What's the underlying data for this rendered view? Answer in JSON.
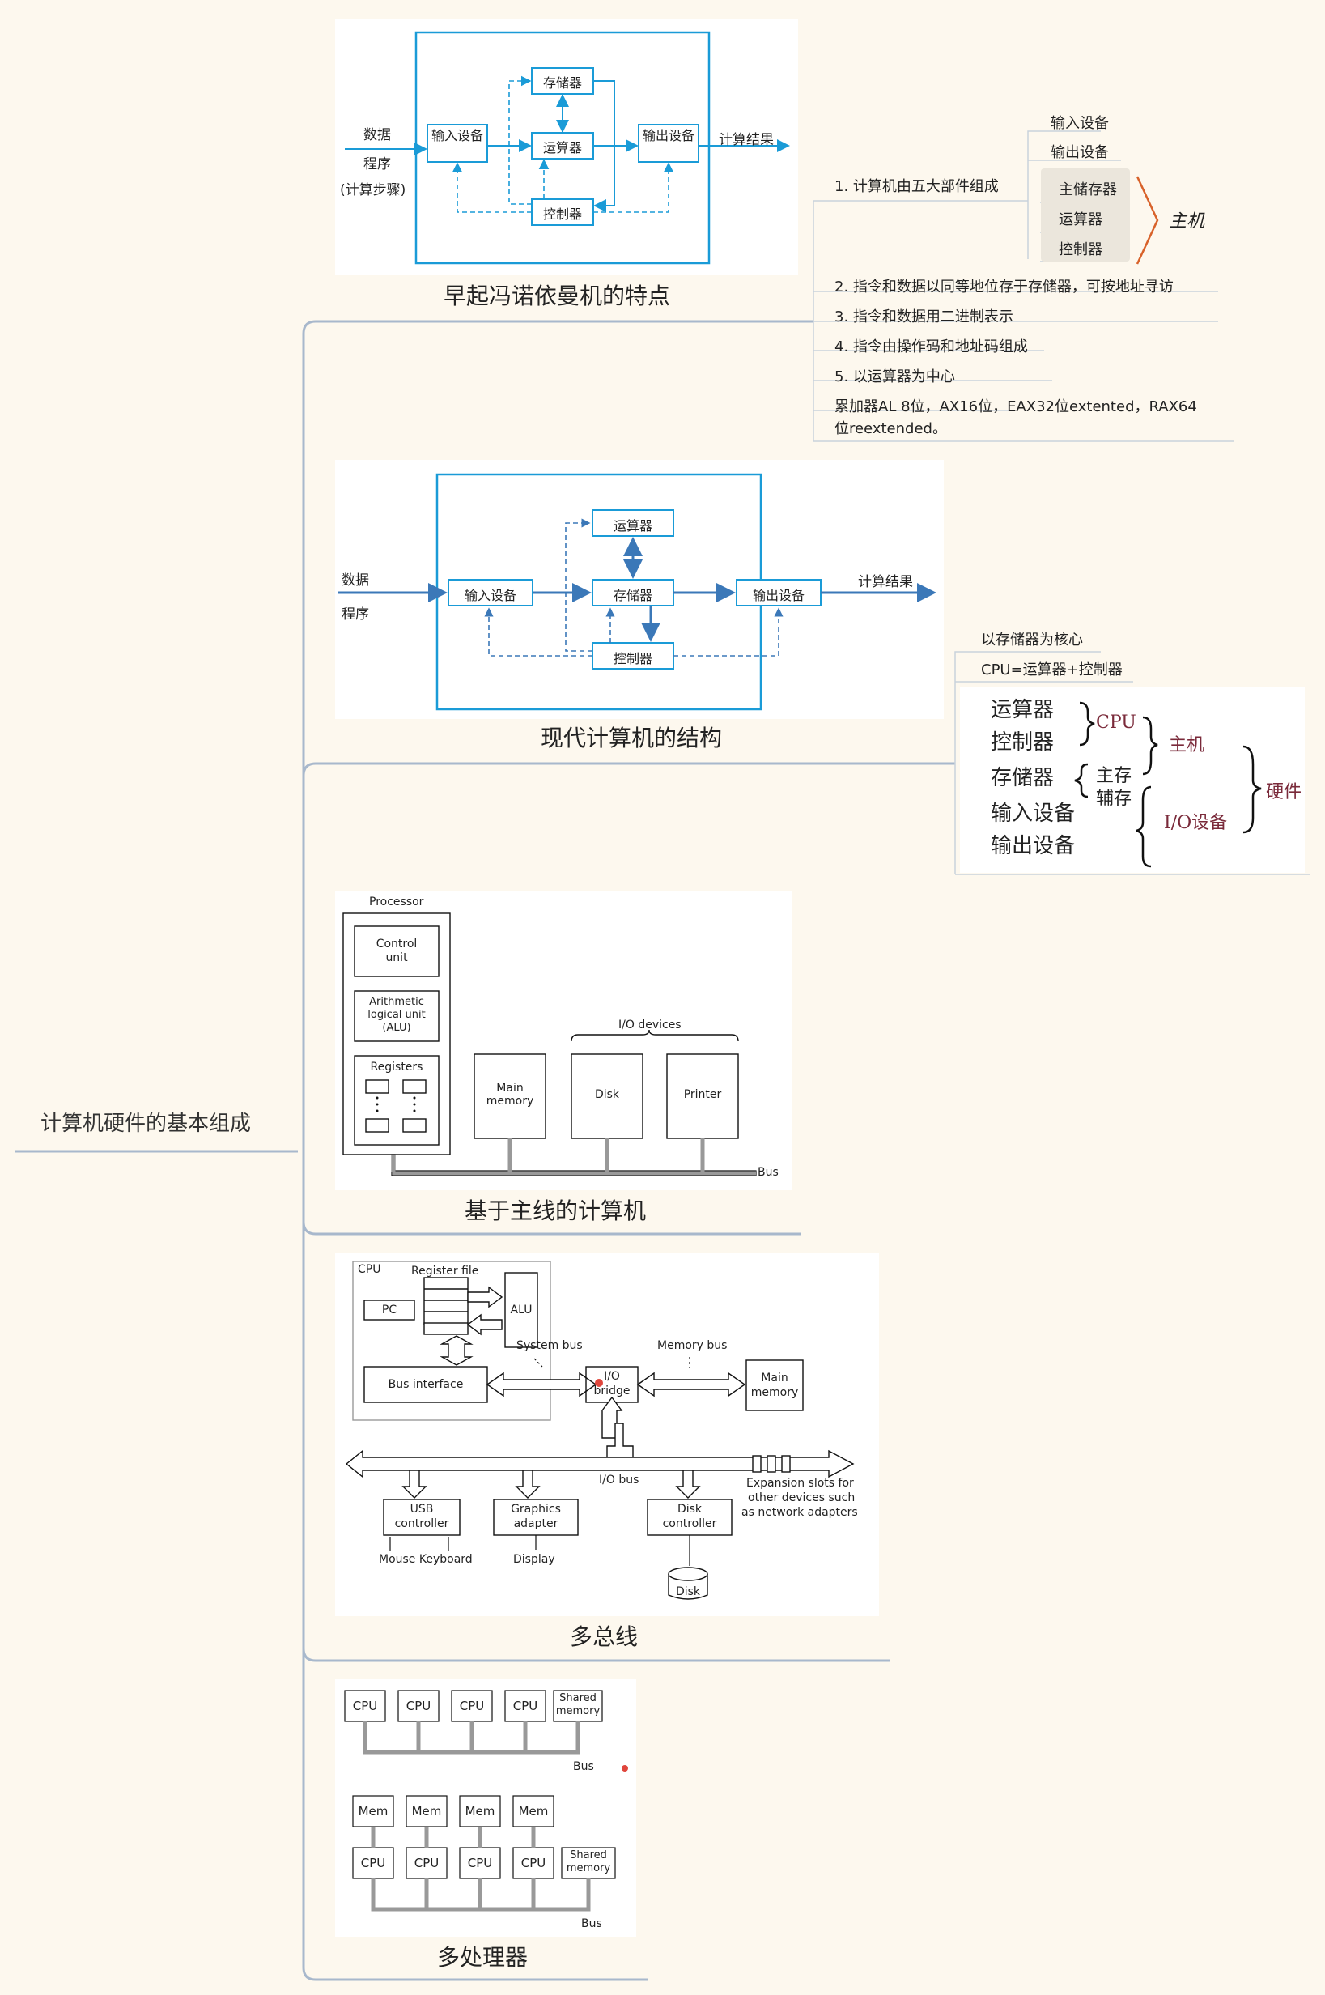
{
  "root": {
    "label": "计算机硬件的基本组成"
  },
  "sections": {
    "s1": {
      "caption": "早起冯诺依曼机的特点",
      "fig": {
        "in_labels": [
          "数据",
          "程序",
          "(计算步骤)"
        ],
        "input": "输入设备",
        "storage": "存储器",
        "alu": "运算器",
        "output": "输出设备",
        "control": "控制器",
        "result": "计算结果"
      },
      "notes": {
        "n1": "1. 计算机由五大部件组成",
        "n1_sub": [
          "输入设备",
          "输出设备",
          "主储存器",
          "运算器",
          "控制器"
        ],
        "host": "主机",
        "n2": "2. 指令和数据以同等地位存于存储器，可按地址寻访",
        "n3": "3. 指令和数据用二进制表示",
        "n4": "4. 指令由操作码和地址码组成",
        "n5": "5. 以运算器为中心",
        "n6a": "累加器AL 8位，AX16位，EAX32位extented，RAX64",
        "n6b": "位reextended。"
      }
    },
    "s2": {
      "caption": "现代计算机的结构",
      "fig": {
        "in_labels": [
          "数据",
          "程序"
        ],
        "input": "输入设备",
        "storage": "存储器",
        "alu": "运算器",
        "output": "输出设备",
        "control": "控制器",
        "result": "计算结果"
      },
      "notes": {
        "core": "以存储器为核心",
        "cpu_eq": "CPU=运算器+控制器"
      },
      "classify": {
        "items": [
          "运算器",
          "控制器",
          "存储器",
          "输入设备",
          "输出设备"
        ],
        "cpu": "CPU",
        "main_storage": "主存",
        "aux_storage": "辅存",
        "host": "主机",
        "io": "I/O设备",
        "hardware": "硬件"
      }
    },
    "s3": {
      "caption": "基于主线的计算机",
      "fig": {
        "processor": "Processor",
        "control_unit": [
          "Control",
          "unit"
        ],
        "alu": [
          "Arithmetic",
          "logical unit",
          "(ALU)"
        ],
        "registers": "Registers",
        "main_memory": [
          "Main",
          "memory"
        ],
        "io_devices": "I/O devices",
        "disk": "Disk",
        "printer": "Printer",
        "bus": "Bus"
      }
    },
    "s4": {
      "caption": "多总线",
      "fig": {
        "cpu": "CPU",
        "register_file": "Register file",
        "pc": "PC",
        "alu": "ALU",
        "system_bus": "System bus",
        "memory_bus": "Memory bus",
        "bus_interface": "Bus interface",
        "io_bridge": [
          "I/O",
          "bridge"
        ],
        "main_memory": [
          "Main",
          "memory"
        ],
        "io_bus": "I/O bus",
        "expansion": [
          "Expansion slots for",
          "other devices such",
          "as network adapters"
        ],
        "usb": [
          "USB",
          "controller"
        ],
        "graphics": [
          "Graphics",
          "adapter"
        ],
        "disk_controller": [
          "Disk",
          "controller"
        ],
        "mouse_keyboard": "Mouse Keyboard",
        "display": "Display",
        "disk": "Disk"
      }
    },
    "s5": {
      "caption": "多处理器",
      "fig": {
        "cpu": "CPU",
        "shared_memory": [
          "Shared",
          "memory"
        ],
        "bus": "Bus",
        "mem": "Mem"
      }
    }
  },
  "colors": {
    "branch": "#a8b8cc",
    "blue": "#1a9bd7",
    "arrow": "#3b78b8",
    "maroon": "#7a2a3a",
    "bracket": "#d8622a"
  }
}
